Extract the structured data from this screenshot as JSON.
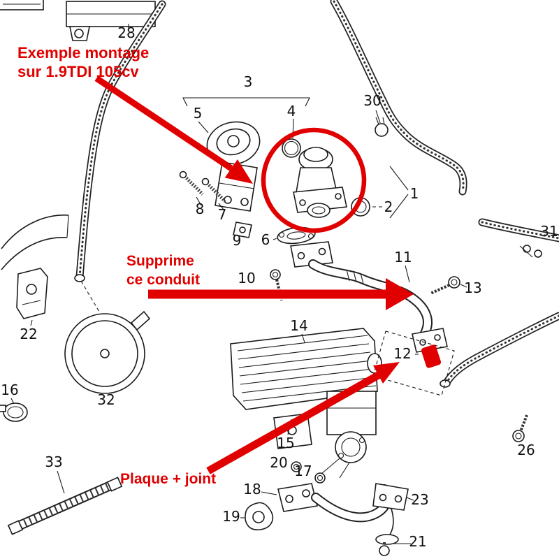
{
  "title": "EGR system exploded parts diagram (1.9 TDI)",
  "colors": {
    "annotation_red": "#e00000",
    "line": "#1a1a1a",
    "background": "#ffffff"
  },
  "annotations": {
    "example_line1": "Exemple montage",
    "example_line2": "sur 1.9TDI 105cv",
    "remove_line1": "Supprime",
    "remove_line2": "ce conduit",
    "plate_joint": "Plaque + joint"
  },
  "parts": {
    "p1": "1",
    "p2": "2",
    "p3": "3",
    "p4": "4",
    "p5": "5",
    "p6": "6",
    "p7": "7",
    "p8": "8",
    "p9": "9",
    "p10": "10",
    "p11": "11",
    "p12": "12",
    "p13": "13",
    "p14": "14",
    "p15": "15",
    "p16": "16",
    "p17": "17",
    "p18": "18",
    "p19": "19",
    "p20": "20",
    "p21": "21",
    "p22": "22",
    "p23": "23",
    "p26": "26",
    "p28": "28",
    "p30": "30",
    "p31": "31",
    "p32": "32",
    "p33": "33"
  }
}
